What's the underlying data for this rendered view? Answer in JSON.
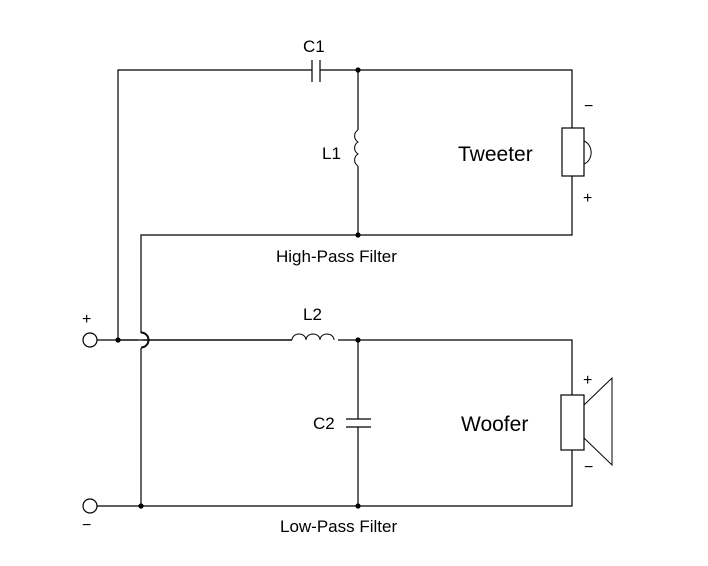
{
  "diagram": {
    "type": "circuit-schematic",
    "title": "Two-way passive speaker crossover",
    "components": {
      "c1": {
        "label": "C1",
        "kind": "capacitor"
      },
      "l1": {
        "label": "L1",
        "kind": "inductor"
      },
      "l2": {
        "label": "L2",
        "kind": "inductor"
      },
      "c2": {
        "label": "C2",
        "kind": "capacitor"
      },
      "tweeter": {
        "label": "Tweeter",
        "kind": "speaker"
      },
      "woofer": {
        "label": "Woofer",
        "kind": "speaker"
      }
    },
    "sections": {
      "high_pass": "High-Pass Filter",
      "low_pass": "Low-Pass Filter"
    },
    "terminals": {
      "input_plus": "+",
      "input_minus": "−",
      "tweeter_top": "−",
      "tweeter_bottom": "+",
      "woofer_top": "+",
      "woofer_bottom": "−"
    },
    "colors": {
      "line": "#000000",
      "background": "#ffffff"
    }
  }
}
